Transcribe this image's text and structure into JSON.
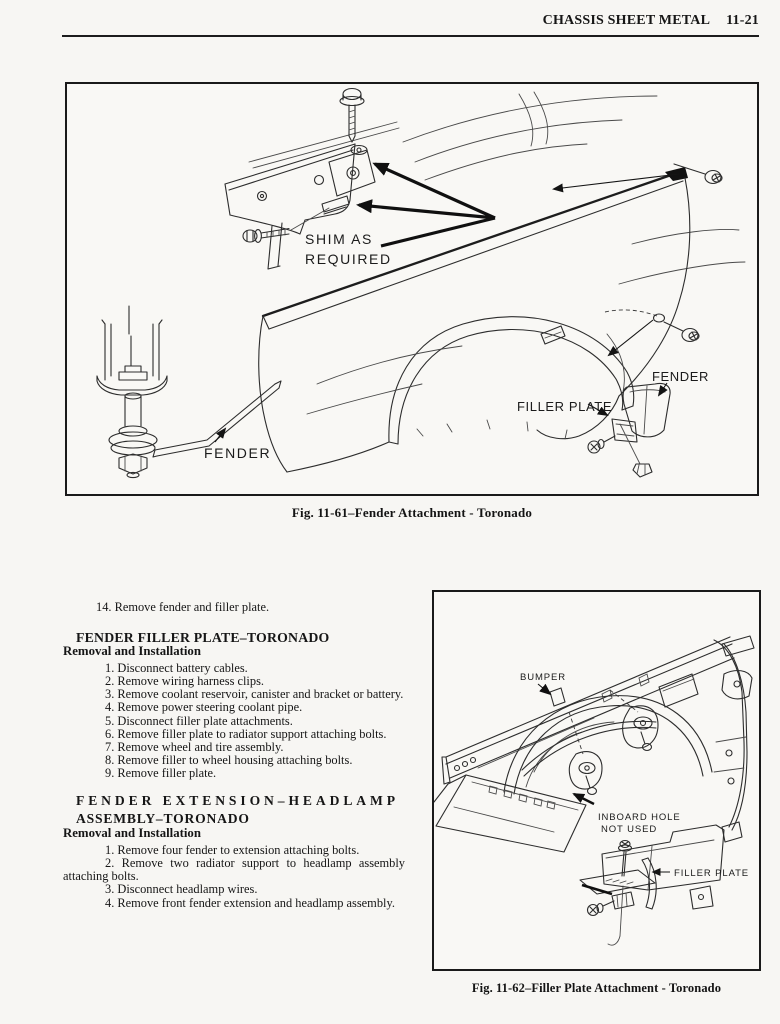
{
  "header": {
    "title": "CHASSIS SHEET METAL",
    "page_number": "11-21"
  },
  "figure1": {
    "caption": "Fig. 11-61–Fender Attachment - Toronado",
    "labels": {
      "shim_line1": "SHIM AS",
      "shim_line2": "REQUIRED",
      "filler_plate": "FILLER PLATE",
      "fender_right": "FENDER",
      "fender_left": "FENDER"
    }
  },
  "figure2": {
    "caption": "Fig. 11-62–Filler Plate Attachment - Toronado",
    "labels": {
      "bumper": "BUMPER",
      "inboard_line1": "INBOARD HOLE",
      "inboard_line2": "NOT USED",
      "filler_plate": "FILLER PLATE"
    }
  },
  "content": {
    "item14": "14. Remove fender and filler plate.",
    "section1": {
      "heading": "FENDER FILLER PLATE–TORONADO",
      "subheading": "Removal and Installation",
      "steps": [
        "1. Disconnect battery cables.",
        "2. Remove wiring harness clips.",
        "3. Remove coolant reservoir, canister and bracket or battery.",
        "4. Remove power steering coolant pipe.",
        "5. Disconnect filler plate attachments.",
        "6. Remove filler plate to radiator support attaching bolts.",
        "7. Remove wheel and tire assembly.",
        "8. Remove filler to wheel housing attaching bolts.",
        "9. Remove filler plate."
      ]
    },
    "section2": {
      "heading_line1": "FENDER EXTENSION–HEADLAMP",
      "heading_line2": "ASSEMBLY–TORONADO",
      "subheading": "Removal and Installation",
      "steps": [
        "1. Remove four fender to extension attaching bolts.",
        "2. Remove two radiator support to headlamp assembly attaching bolts.",
        "3. Disconnect headlamp wires.",
        "4. Remove front fender extension and headlamp assembly."
      ]
    }
  }
}
